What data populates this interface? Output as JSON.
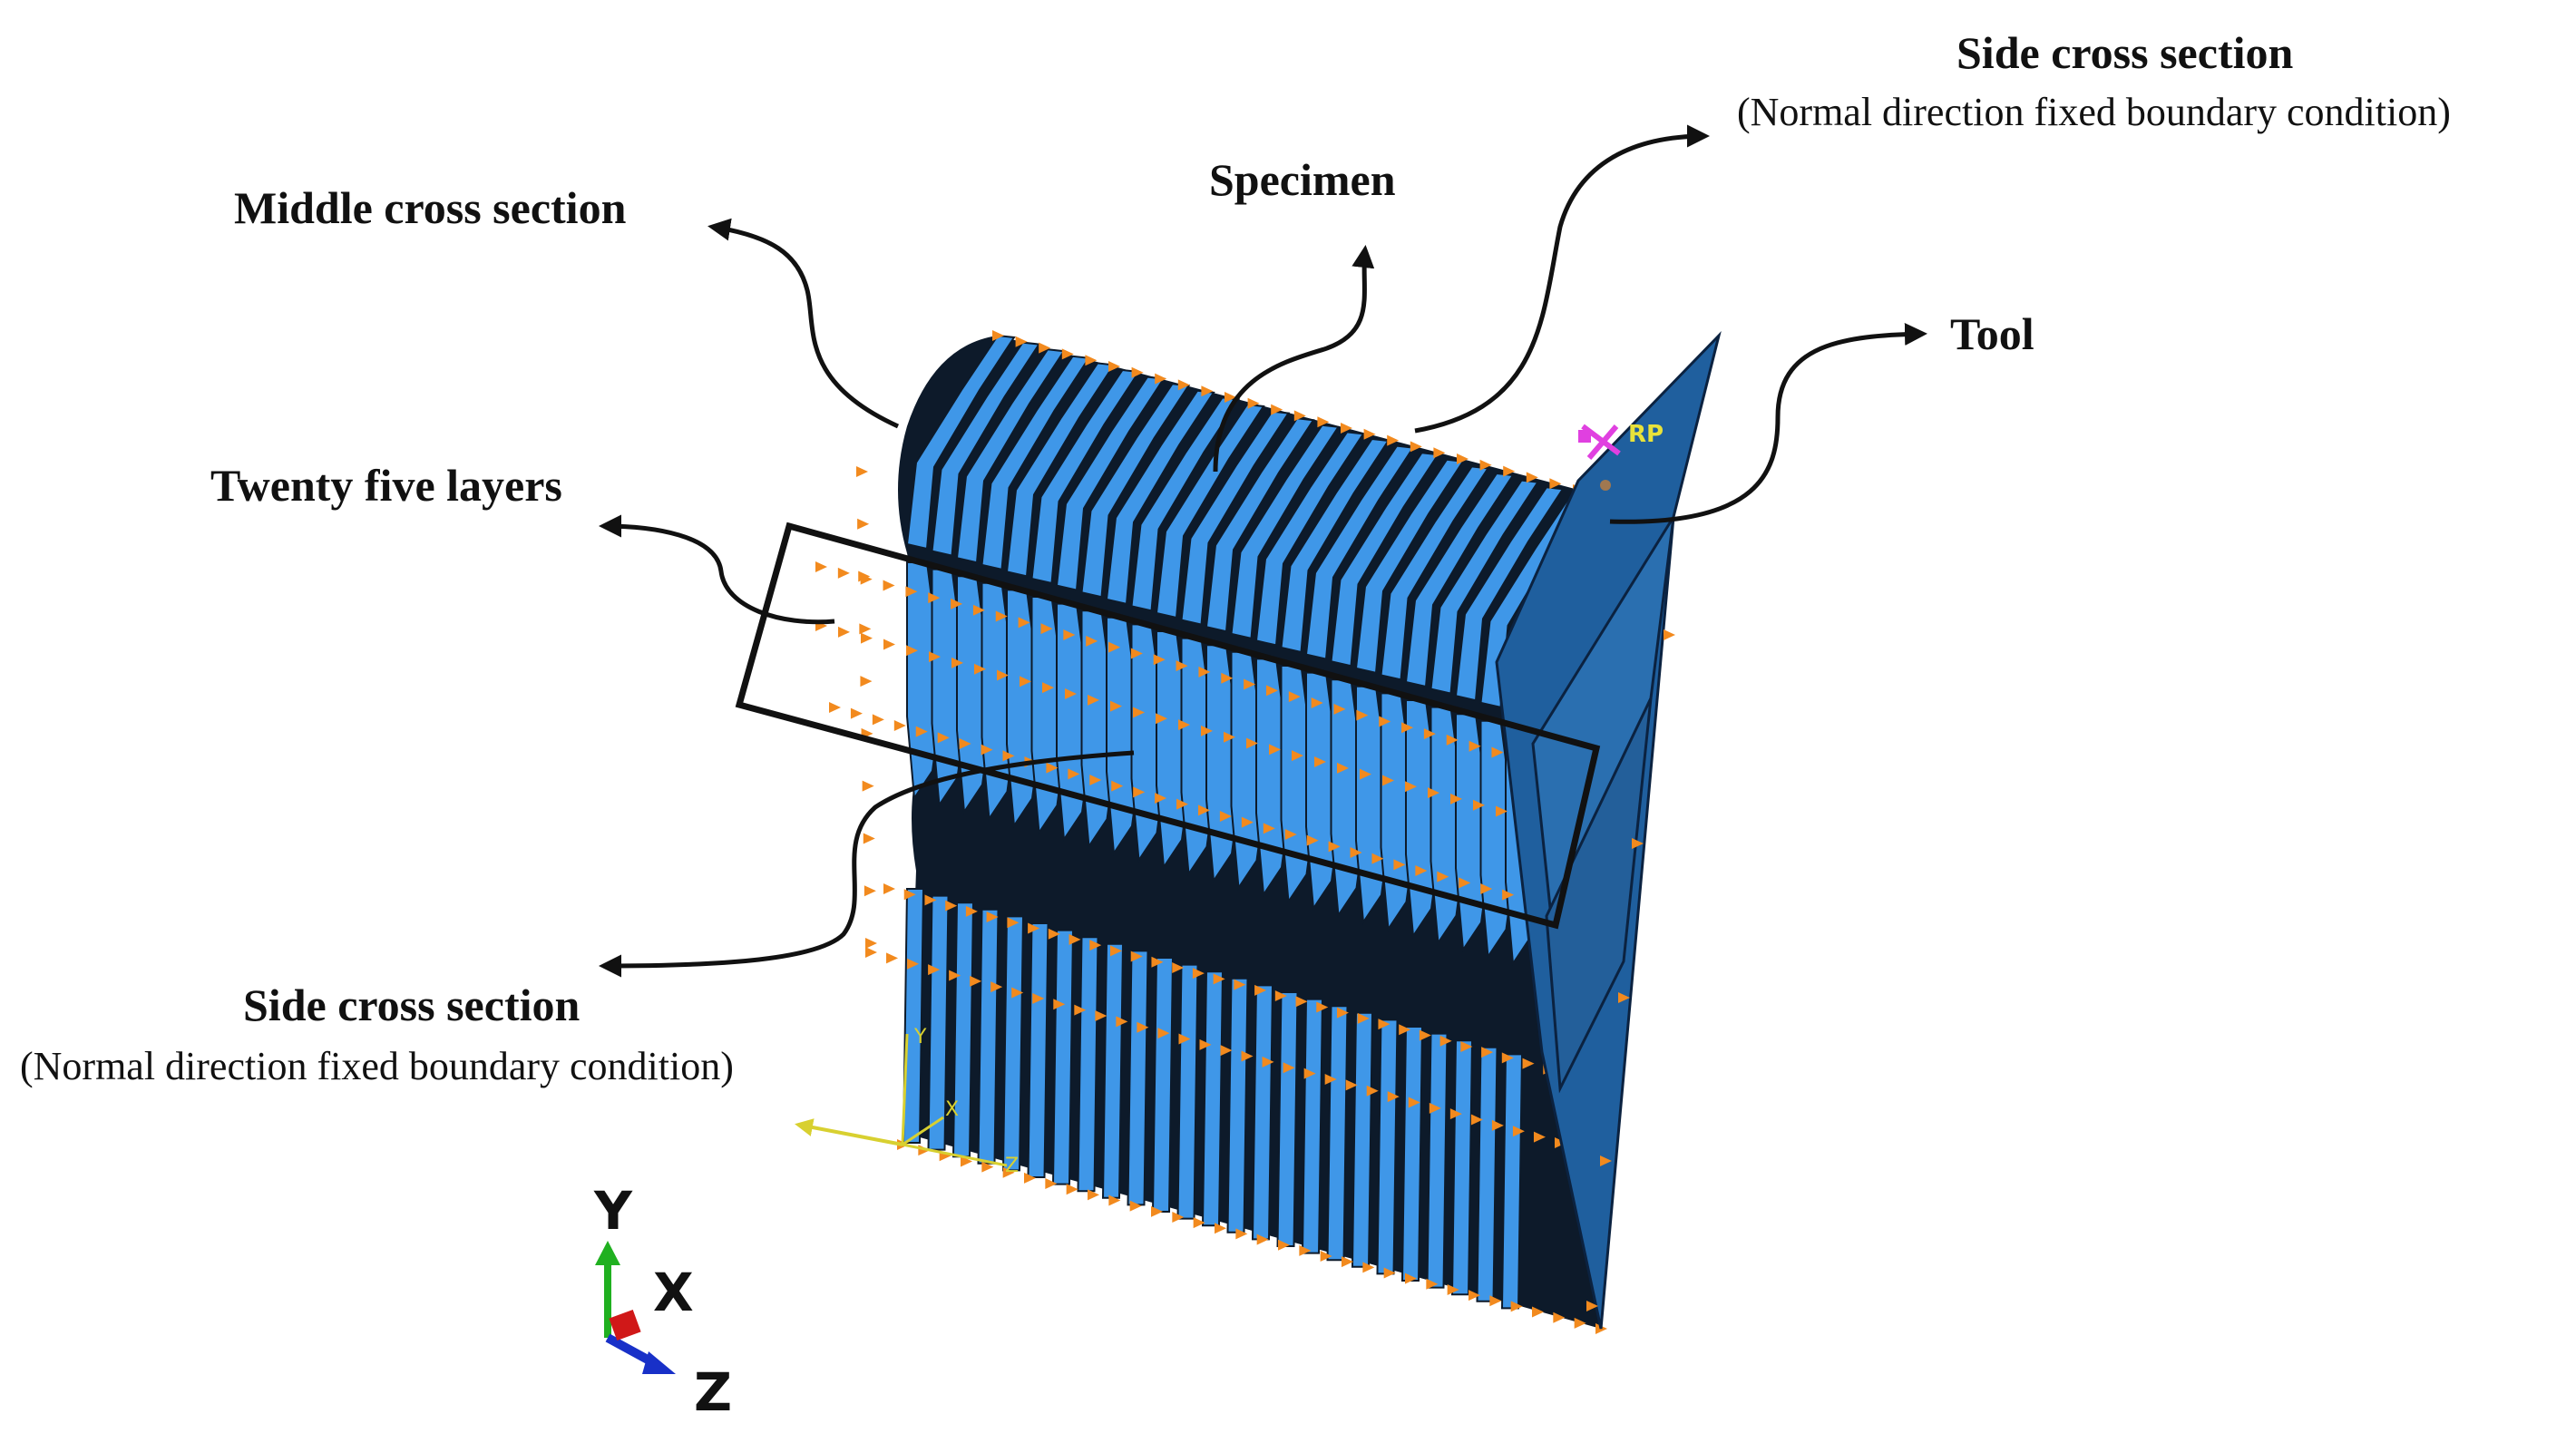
{
  "labels": {
    "middle_cross_section": "Middle cross section",
    "specimen": "Specimen",
    "side_cross_section_top": "Side cross section",
    "side_cross_section_top_note": "(Normal direction fixed boundary condition)",
    "tool": "Tool",
    "twenty_five_layers": "Twenty five layers",
    "side_cross_section_bottom": "Side cross section",
    "side_cross_section_bottom_note": "(Normal direction fixed boundary condition)",
    "reference_point": "RP"
  },
  "triad": {
    "y": "Y",
    "x": "X",
    "z": "Z"
  },
  "local_triad": {
    "y": "Y",
    "x": "X",
    "z": "Z"
  },
  "layers": {
    "count": 25
  },
  "colors": {
    "specimen_layer": "#3f97e8",
    "layer_gap": "#0d1a2a",
    "tool": "#1f5f9e",
    "boundary_marker": "#f28a1e",
    "reference_point": "#e040e0",
    "triad_x": "#d01818",
    "triad_y": "#20b020",
    "triad_z": "#1830c8"
  }
}
